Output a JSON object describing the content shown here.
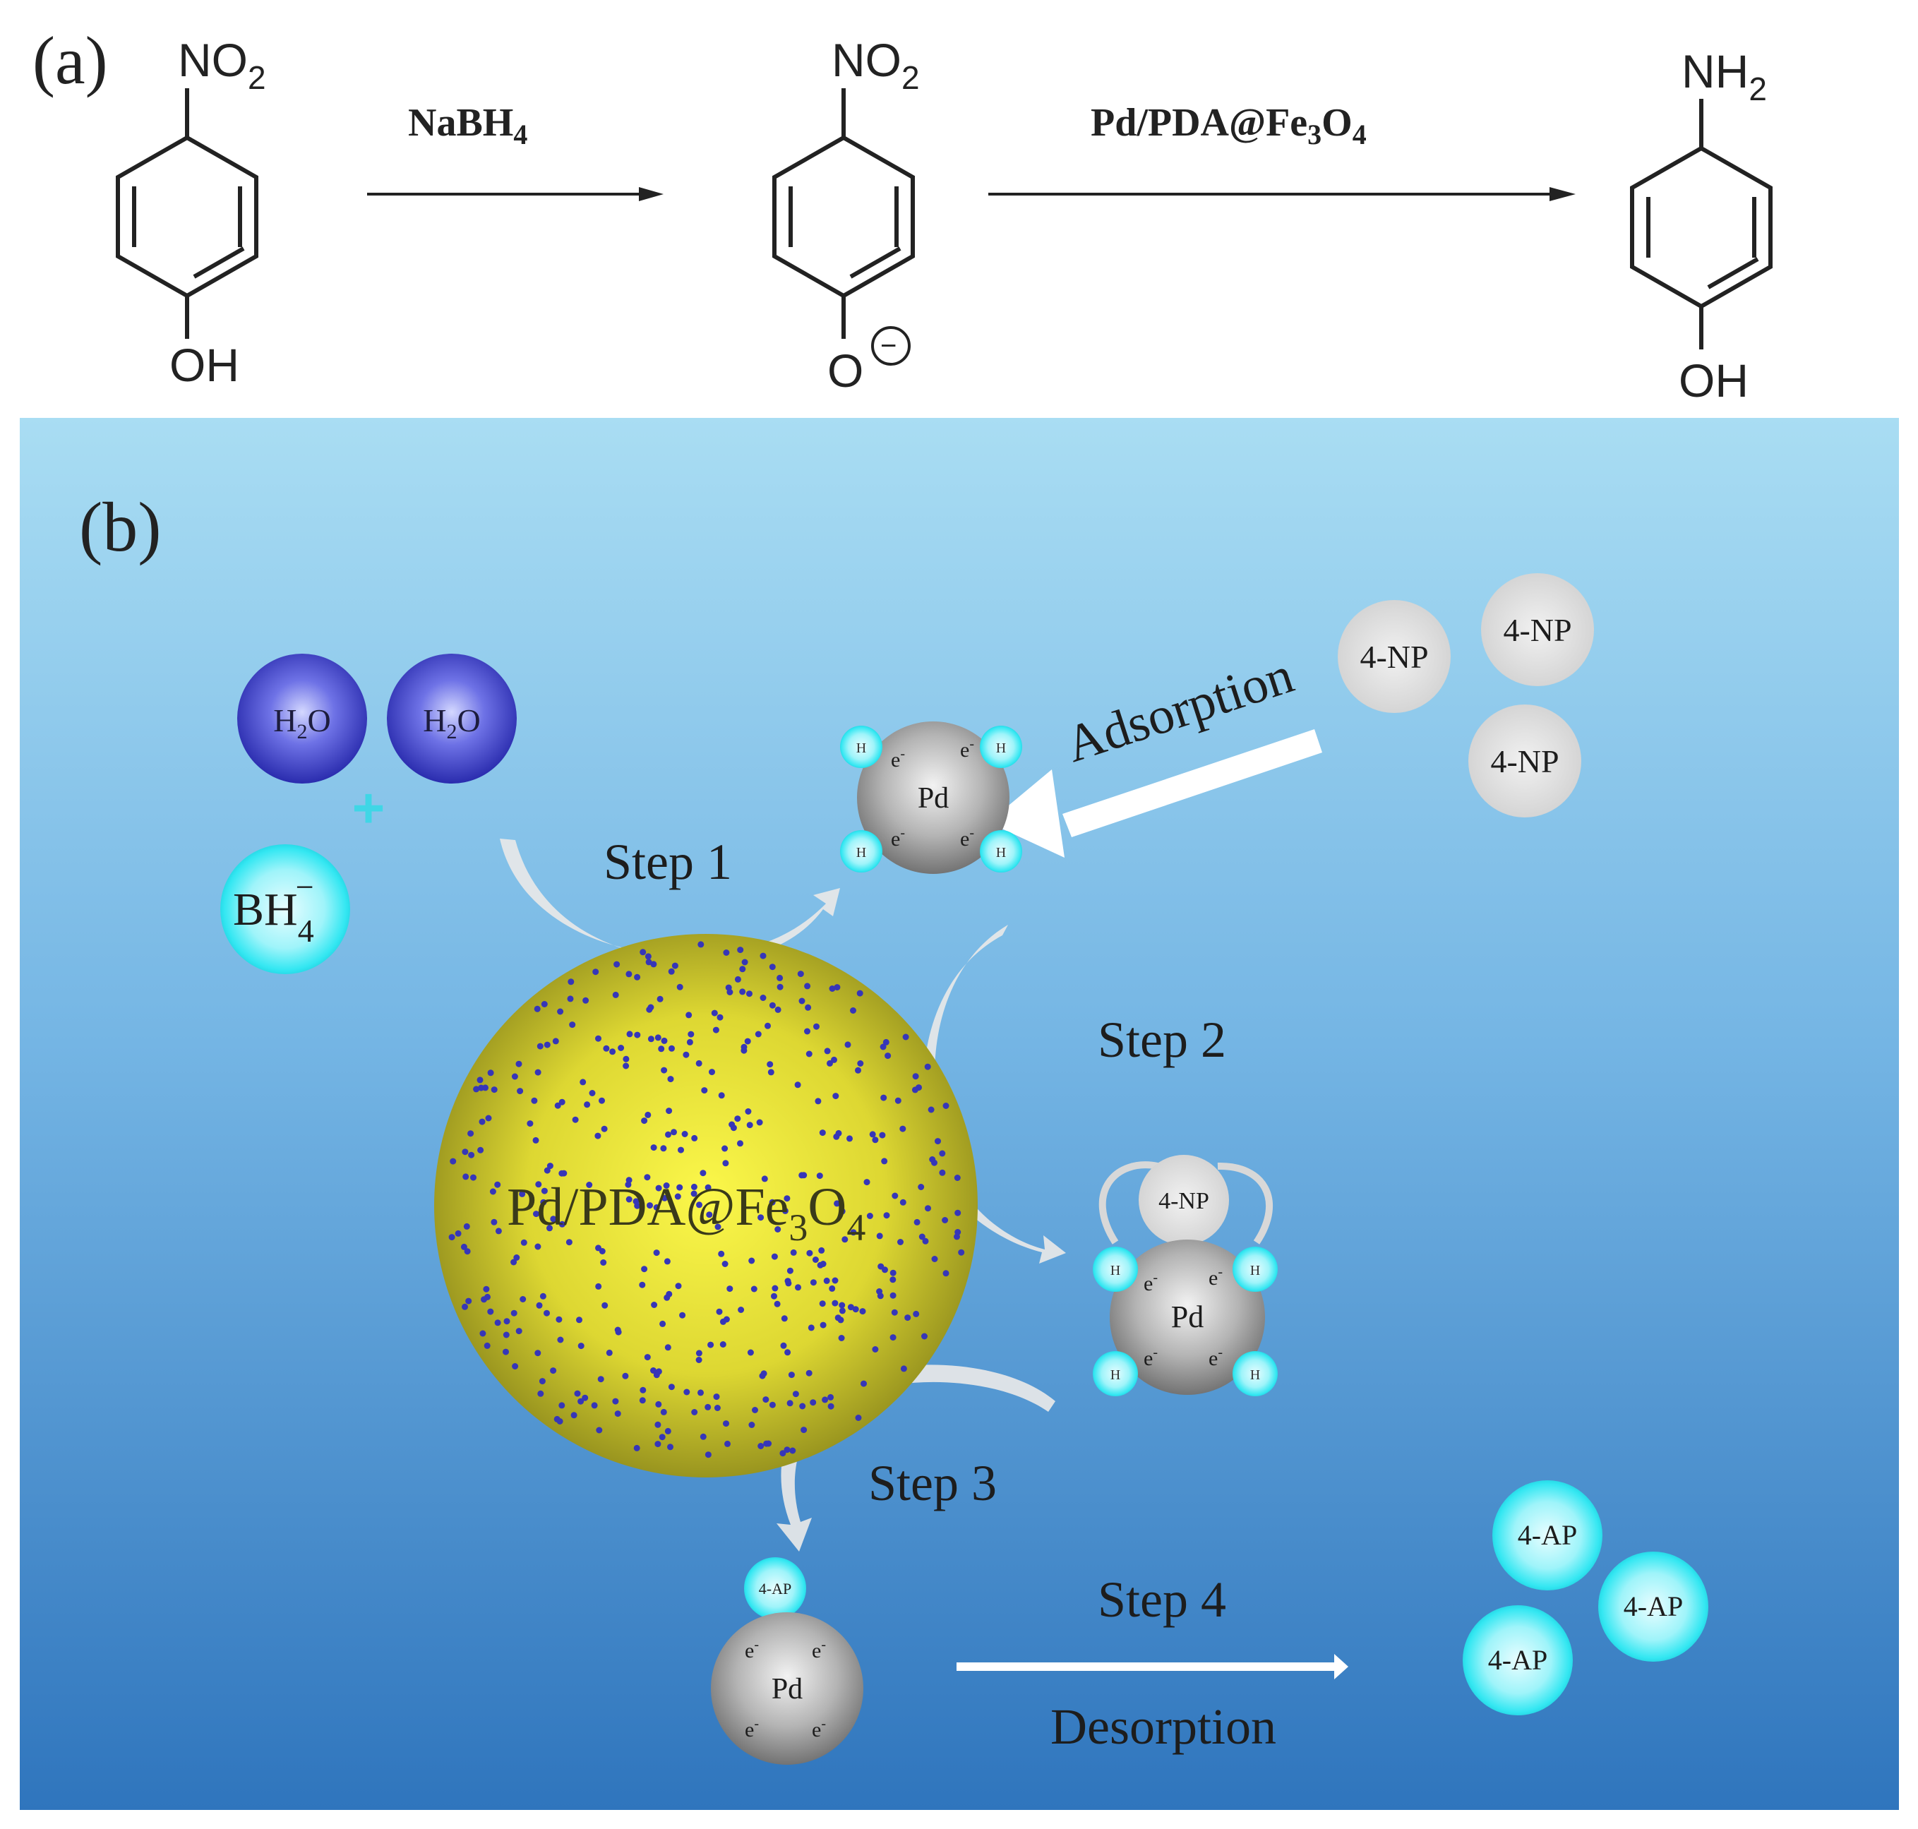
{
  "panel_a": {
    "label": "(a)",
    "reagent1": "NaBH",
    "reagent1_sub": "4",
    "catalyst_a": {
      "p1": "Pd/PDA@Fe",
      "s1": "3",
      "p2": "O",
      "s2": "4"
    },
    "mol1": {
      "top": "NO",
      "top_sub": "2",
      "bottom": "OH"
    },
    "mol2": {
      "top": "NO",
      "top_sub": "2",
      "bottom": "O",
      "charge": "−"
    },
    "mol3": {
      "top": "NH",
      "top_sub": "2",
      "bottom": "OH"
    }
  },
  "panel_b": {
    "label": "(b)",
    "water": {
      "p1": "H",
      "s1": "2",
      "p2": "O"
    },
    "plus": "+",
    "borohydride": {
      "base": "BH",
      "sub": "4",
      "sup": "−"
    },
    "step1": "Step 1",
    "step2": "Step 2",
    "step3": "Step 3",
    "step4": "Step 4",
    "adsorption": "Adsorption",
    "desorption": "Desorption",
    "nitrophenol": "4-NP",
    "aminophenol": "4-AP",
    "pd": "Pd",
    "electron": "e",
    "electron_sup": "-",
    "hydrogen": "H",
    "core": {
      "p1": "Pd/PDA@Fe",
      "s1": "3",
      "p2": "O",
      "s2": "4"
    }
  },
  "colors": {
    "background_top": "#a9ddf3",
    "background_bottom": "#2f75bd",
    "core_yellow": "#e6e23a",
    "core_dot": "#3636b8",
    "water_blue": "#4e52cf",
    "cyan": "#34e7f2",
    "pd_grey": "#9b9b9b"
  }
}
